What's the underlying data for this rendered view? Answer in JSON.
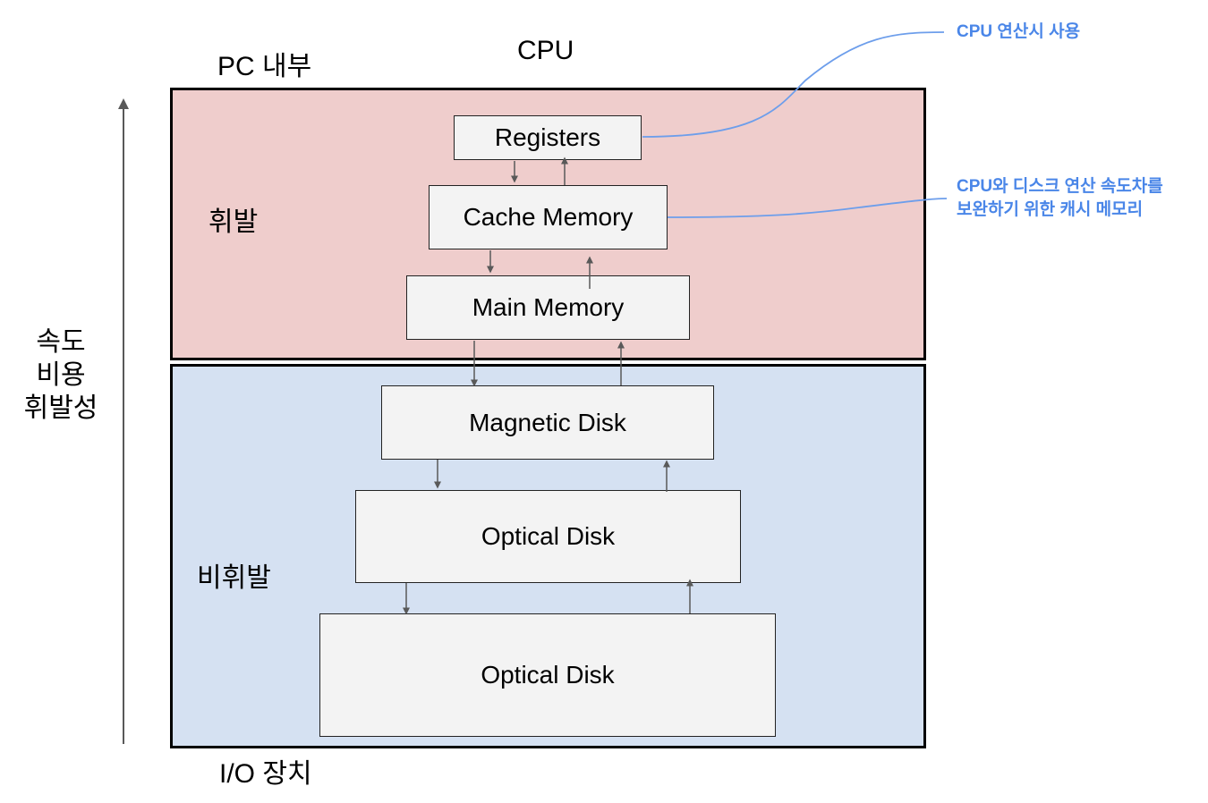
{
  "header": {
    "cpu": "CPU",
    "pc_internal": "PC 내부"
  },
  "footer": {
    "io_device": "I/O 장치"
  },
  "axis": {
    "line1": "속도",
    "line2": "비용",
    "line3": "휘발성"
  },
  "zones": {
    "volatile": "휘발",
    "nonvolatile": "비휘발"
  },
  "boxes": {
    "registers": "Registers",
    "cache": "Cache Memory",
    "main": "Main Memory",
    "magnetic": "Magnetic Disk",
    "optical1": "Optical Disk",
    "optical2": "Optical Disk"
  },
  "notes": {
    "registers": "CPU 연산시 사용",
    "cache_line1": "CPU와 디스크 연산 속도차를",
    "cache_line2": "보완하기 위한 캐시 메모리"
  },
  "colors": {
    "volatile": "#efcdcc",
    "nonvolatile": "#d5e1f2",
    "note": "#4a86e8",
    "arrow": "#595959"
  }
}
